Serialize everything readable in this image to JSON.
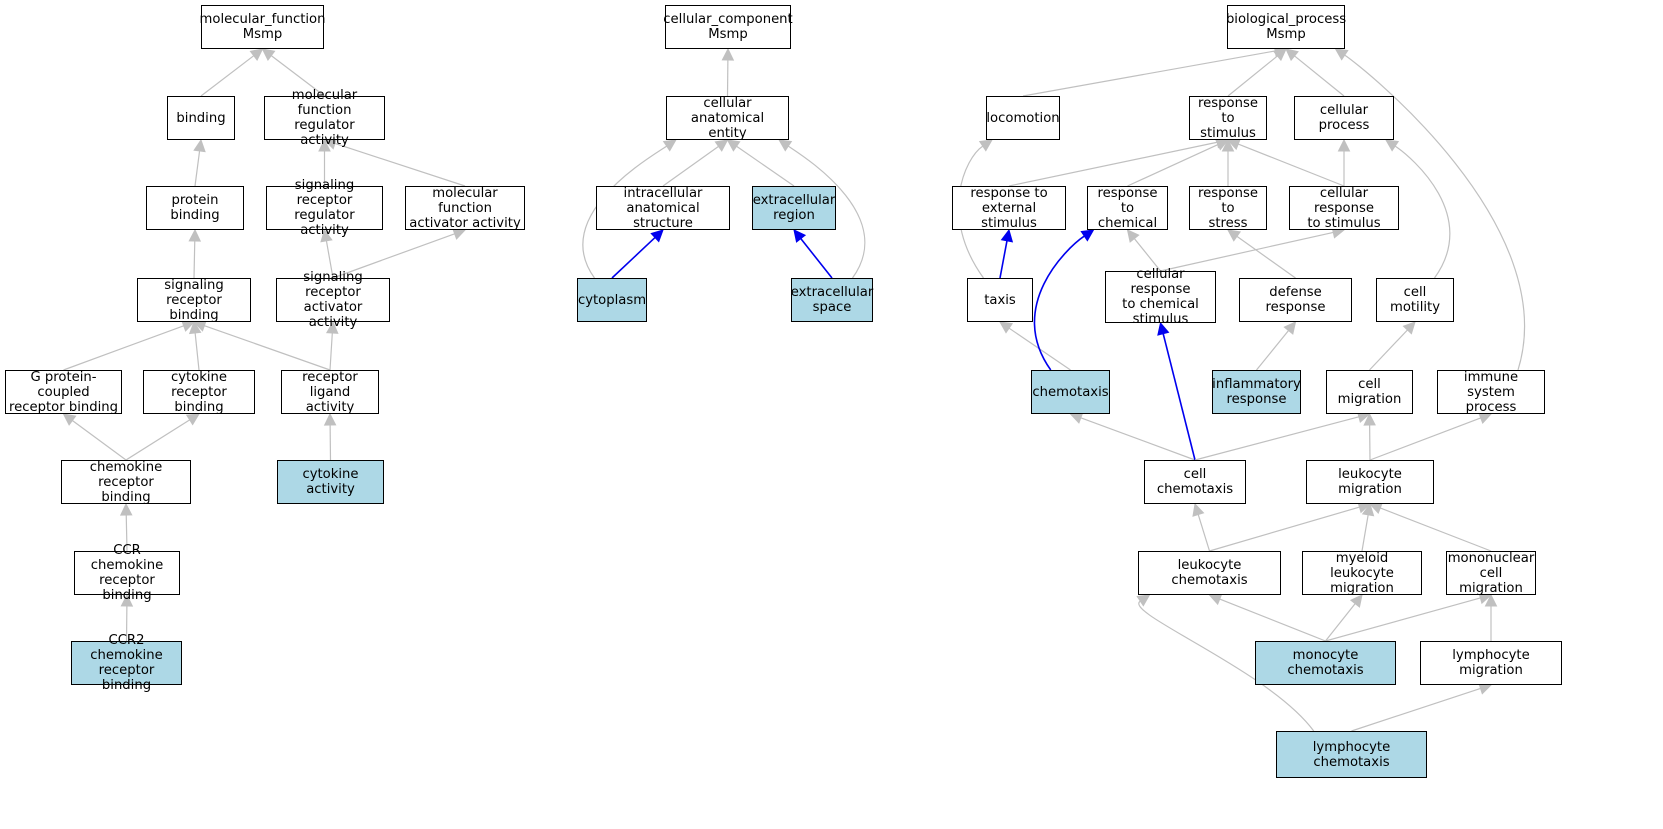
{
  "colors": {
    "node_fill": "#ffffff",
    "highlight_fill": "#add8e6",
    "edge_default": "#c0c0c0",
    "edge_highlight": "#0000ee",
    "border": "#000000"
  },
  "nodes": {
    "mf_root": {
      "label": "molecular_function\nMsmp",
      "highlighted": false
    },
    "binding": {
      "label": "binding",
      "highlighted": false
    },
    "mf_regulator": {
      "label": "molecular function\nregulator activity",
      "highlighted": false
    },
    "protein_binding": {
      "label": "protein binding",
      "highlighted": false
    },
    "sig_rec_regulator": {
      "label": "signaling receptor\nregulator activity",
      "highlighted": false
    },
    "mf_activator": {
      "label": "molecular function\nactivator activity",
      "highlighted": false
    },
    "sig_rec_binding": {
      "label": "signaling receptor\nbinding",
      "highlighted": false
    },
    "sig_rec_activator": {
      "label": "signaling receptor\nactivator activity",
      "highlighted": false
    },
    "gpcr_binding": {
      "label": "G protein-coupled\nreceptor binding",
      "highlighted": false
    },
    "cytokine_rec_binding": {
      "label": "cytokine receptor\nbinding",
      "highlighted": false
    },
    "receptor_ligand": {
      "label": "receptor ligand\nactivity",
      "highlighted": false
    },
    "chemokine_rec_binding": {
      "label": "chemokine receptor\nbinding",
      "highlighted": false
    },
    "cytokine_activity": {
      "label": "cytokine activity",
      "highlighted": true
    },
    "ccr_binding": {
      "label": "CCR chemokine\nreceptor binding",
      "highlighted": false
    },
    "ccr2_binding": {
      "label": "CCR2 chemokine\nreceptor binding",
      "highlighted": true
    },
    "cc_root": {
      "label": "cellular_component\nMsmp",
      "highlighted": false
    },
    "cell_anat_entity": {
      "label": "cellular anatomical\nentity",
      "highlighted": false
    },
    "intracellular": {
      "label": "intracellular\nanatomical structure",
      "highlighted": false
    },
    "extracellular_region": {
      "label": "extracellular\nregion",
      "highlighted": true
    },
    "cytoplasm": {
      "label": "cytoplasm",
      "highlighted": true
    },
    "extracellular_space": {
      "label": "extracellular\nspace",
      "highlighted": true
    },
    "bp_root": {
      "label": "biological_process\nMsmp",
      "highlighted": false
    },
    "locomotion": {
      "label": "locomotion",
      "highlighted": false
    },
    "resp_stimulus": {
      "label": "response to\nstimulus",
      "highlighted": false
    },
    "cellular_process": {
      "label": "cellular process",
      "highlighted": false
    },
    "resp_external": {
      "label": "response to\nexternal stimulus",
      "highlighted": false
    },
    "resp_chemical": {
      "label": "response to\nchemical",
      "highlighted": false
    },
    "resp_stress": {
      "label": "response to\nstress",
      "highlighted": false
    },
    "cell_resp_stimulus": {
      "label": "cellular response\nto stimulus",
      "highlighted": false
    },
    "taxis": {
      "label": "taxis",
      "highlighted": false
    },
    "cell_resp_chemical": {
      "label": "cellular response\nto chemical\nstimulus",
      "highlighted": false
    },
    "defense_response": {
      "label": "defense response",
      "highlighted": false
    },
    "cell_motility": {
      "label": "cell motility",
      "highlighted": false
    },
    "chemotaxis": {
      "label": "chemotaxis",
      "highlighted": true
    },
    "inflammatory_response": {
      "label": "inflammatory\nresponse",
      "highlighted": true
    },
    "cell_migration": {
      "label": "cell migration",
      "highlighted": false
    },
    "immune_system": {
      "label": "immune system\nprocess",
      "highlighted": false
    },
    "cell_chemotaxis": {
      "label": "cell chemotaxis",
      "highlighted": false
    },
    "leukocyte_migration": {
      "label": "leukocyte migration",
      "highlighted": false
    },
    "leukocyte_chemotaxis": {
      "label": "leukocyte chemotaxis",
      "highlighted": false
    },
    "myeloid_migration": {
      "label": "myeloid leukocyte\nmigration",
      "highlighted": false
    },
    "mononuclear_migration": {
      "label": "mononuclear\ncell migration",
      "highlighted": false
    },
    "monocyte_chemotaxis": {
      "label": "monocyte chemotaxis",
      "highlighted": true
    },
    "lymphocyte_migration": {
      "label": "lymphocyte migration",
      "highlighted": false
    },
    "lymphocyte_chemotaxis": {
      "label": "lymphocyte chemotaxis",
      "highlighted": true
    }
  },
  "edges": [
    {
      "from": "binding",
      "to": "mf_root",
      "highlight": false
    },
    {
      "from": "mf_regulator",
      "to": "mf_root",
      "highlight": false
    },
    {
      "from": "protein_binding",
      "to": "binding",
      "highlight": false
    },
    {
      "from": "sig_rec_regulator",
      "to": "mf_regulator",
      "highlight": false
    },
    {
      "from": "mf_activator",
      "to": "mf_regulator",
      "highlight": false
    },
    {
      "from": "sig_rec_binding",
      "to": "protein_binding",
      "highlight": false
    },
    {
      "from": "sig_rec_activator",
      "to": "sig_rec_regulator",
      "highlight": false
    },
    {
      "from": "sig_rec_activator",
      "to": "mf_activator",
      "highlight": false
    },
    {
      "from": "gpcr_binding",
      "to": "sig_rec_binding",
      "highlight": false
    },
    {
      "from": "cytokine_rec_binding",
      "to": "sig_rec_binding",
      "highlight": false
    },
    {
      "from": "receptor_ligand",
      "to": "sig_rec_binding",
      "highlight": false
    },
    {
      "from": "receptor_ligand",
      "to": "sig_rec_activator",
      "highlight": false
    },
    {
      "from": "chemokine_rec_binding",
      "to": "gpcr_binding",
      "highlight": false
    },
    {
      "from": "chemokine_rec_binding",
      "to": "cytokine_rec_binding",
      "highlight": false
    },
    {
      "from": "cytokine_activity",
      "to": "receptor_ligand",
      "highlight": false
    },
    {
      "from": "ccr_binding",
      "to": "chemokine_rec_binding",
      "highlight": false
    },
    {
      "from": "ccr2_binding",
      "to": "ccr_binding",
      "highlight": false
    },
    {
      "from": "cell_anat_entity",
      "to": "cc_root",
      "highlight": false
    },
    {
      "from": "intracellular",
      "to": "cell_anat_entity",
      "highlight": false
    },
    {
      "from": "extracellular_region",
      "to": "cell_anat_entity",
      "highlight": false
    },
    {
      "from": "cytoplasm",
      "to": "cell_anat_entity",
      "highlight": false,
      "curve": "left"
    },
    {
      "from": "extracellular_space",
      "to": "cell_anat_entity",
      "highlight": false,
      "curve": "right"
    },
    {
      "from": "cytoplasm",
      "to": "intracellular",
      "highlight": true
    },
    {
      "from": "extracellular_space",
      "to": "extracellular_region",
      "highlight": true
    },
    {
      "from": "locomotion",
      "to": "bp_root",
      "highlight": false
    },
    {
      "from": "resp_stimulus",
      "to": "bp_root",
      "highlight": false
    },
    {
      "from": "cellular_process",
      "to": "bp_root",
      "highlight": false
    },
    {
      "from": "immune_system",
      "to": "bp_root",
      "highlight": false,
      "curve": "right"
    },
    {
      "from": "resp_external",
      "to": "resp_stimulus",
      "highlight": false
    },
    {
      "from": "resp_chemical",
      "to": "resp_stimulus",
      "highlight": false
    },
    {
      "from": "resp_stress",
      "to": "resp_stimulus",
      "highlight": false
    },
    {
      "from": "cell_resp_stimulus",
      "to": "resp_stimulus",
      "highlight": false
    },
    {
      "from": "cell_resp_stimulus",
      "to": "cellular_process",
      "highlight": false
    },
    {
      "from": "taxis",
      "to": "locomotion",
      "highlight": false,
      "curve": "left"
    },
    {
      "from": "taxis",
      "to": "resp_external",
      "highlight": true
    },
    {
      "from": "cell_resp_chemical",
      "to": "resp_chemical",
      "highlight": false
    },
    {
      "from": "cell_resp_chemical",
      "to": "cell_resp_stimulus",
      "highlight": false
    },
    {
      "from": "defense_response",
      "to": "resp_stress",
      "highlight": false
    },
    {
      "from": "cell_motility",
      "to": "cellular_process",
      "highlight": false,
      "curve": "right"
    },
    {
      "from": "chemotaxis",
      "to": "taxis",
      "highlight": false
    },
    {
      "from": "chemotaxis",
      "to": "resp_chemical",
      "highlight": true,
      "curve": "left"
    },
    {
      "from": "inflammatory_response",
      "to": "defense_response",
      "highlight": false
    },
    {
      "from": "cell_migration",
      "to": "cell_motility",
      "highlight": false
    },
    {
      "from": "cell_chemotaxis",
      "to": "chemotaxis",
      "highlight": false
    },
    {
      "from": "cell_chemotaxis",
      "to": "cell_resp_chemical",
      "highlight": true
    },
    {
      "from": "cell_chemotaxis",
      "to": "cell_migration",
      "highlight": false
    },
    {
      "from": "leukocyte_migration",
      "to": "cell_migration",
      "highlight": false
    },
    {
      "from": "leukocyte_migration",
      "to": "immune_system",
      "highlight": false
    },
    {
      "from": "leukocyte_chemotaxis",
      "to": "cell_chemotaxis",
      "highlight": false
    },
    {
      "from": "leukocyte_chemotaxis",
      "to": "leukocyte_migration",
      "highlight": false
    },
    {
      "from": "myeloid_migration",
      "to": "leukocyte_migration",
      "highlight": false
    },
    {
      "from": "mononuclear_migration",
      "to": "leukocyte_migration",
      "highlight": false
    },
    {
      "from": "monocyte_chemotaxis",
      "to": "leukocyte_chemotaxis",
      "highlight": false
    },
    {
      "from": "monocyte_chemotaxis",
      "to": "myeloid_migration",
      "highlight": false
    },
    {
      "from": "monocyte_chemotaxis",
      "to": "mononuclear_migration",
      "highlight": false
    },
    {
      "from": "lymphocyte_migration",
      "to": "mononuclear_migration",
      "highlight": false
    },
    {
      "from": "lymphocyte_chemotaxis",
      "to": "leukocyte_chemotaxis",
      "highlight": false,
      "curve": "left"
    },
    {
      "from": "lymphocyte_chemotaxis",
      "to": "lymphocyte_migration",
      "highlight": false
    }
  ]
}
